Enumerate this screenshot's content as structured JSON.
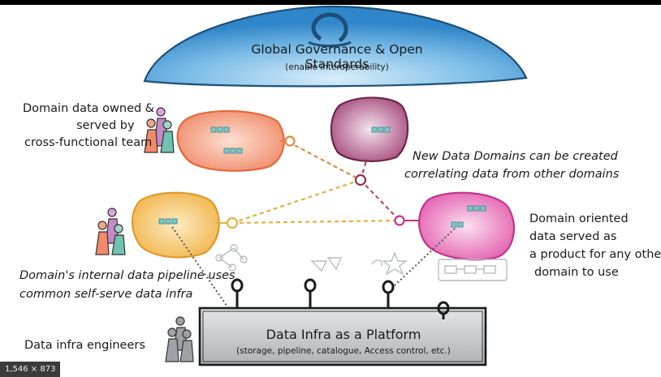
{
  "governance": {
    "title": "Global Governance & Open Standards",
    "subtitle": "(enable interoperability)"
  },
  "labels": {
    "domain_owned": [
      "Domain data owned &",
      "served by",
      "cross-functional team"
    ],
    "new_domains": [
      "New Data Domains can be created",
      "correlating data from other domains"
    ],
    "domain_oriented": [
      "Domain oriented",
      "data served as",
      "a product for any other",
      "domain to use"
    ],
    "pipeline": [
      "Domain's internal data pipeline uses",
      "common self-serve data infra"
    ],
    "infra_engineers": "Data infra engineers"
  },
  "platform": {
    "title": "Data Infra as a Platform",
    "subtitle": "(storage, pipeline, catalogue, Access control, etc.)"
  },
  "image_size_badge": "1,546 × 873",
  "colors": {
    "dome": "#4fa3dd",
    "domain_orange": "#f08a68",
    "domain_yellow": "#f3c064",
    "domain_pink": "#e86ab8",
    "domain_purple": "#a4487a",
    "platform_fill": "#c9ccce"
  }
}
